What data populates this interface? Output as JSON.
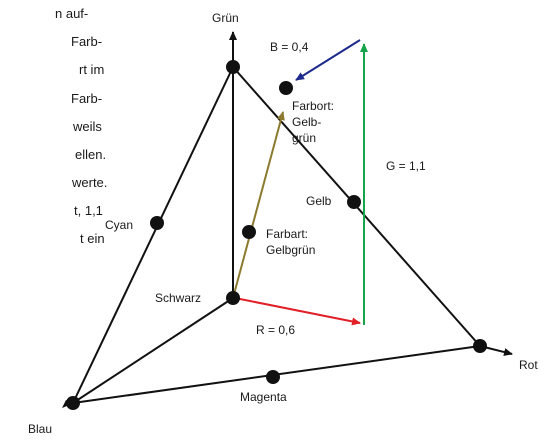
{
  "cut_text": {
    "lines": [
      "n auf-",
      "Farb-",
      "rt im",
      "Farb-",
      "weils",
      "ellen.",
      "werte.",
      "t, 1,1",
      "t ein"
    ]
  },
  "axes": {
    "green": "Grün",
    "red": "Rot",
    "blue": "Blau"
  },
  "points": {
    "cyan": "Cyan",
    "yellow": "Gelb",
    "magenta": "Magenta",
    "black": "Schwarz"
  },
  "annotations": {
    "hue": [
      "Farbart:",
      "Gelbgrün"
    ],
    "chroma": [
      "Farbort:",
      "Gelb-",
      "grün"
    ],
    "r": "R = 0,6",
    "g": "G = 1,1",
    "b": "B = 0,4"
  },
  "colors": {
    "r_arrow": "#e01f26",
    "g_arrow": "#17a34a",
    "b_arrow": "#1d2a8c",
    "hue_arrow": "#8c7a2e",
    "lines": "#111111"
  }
}
